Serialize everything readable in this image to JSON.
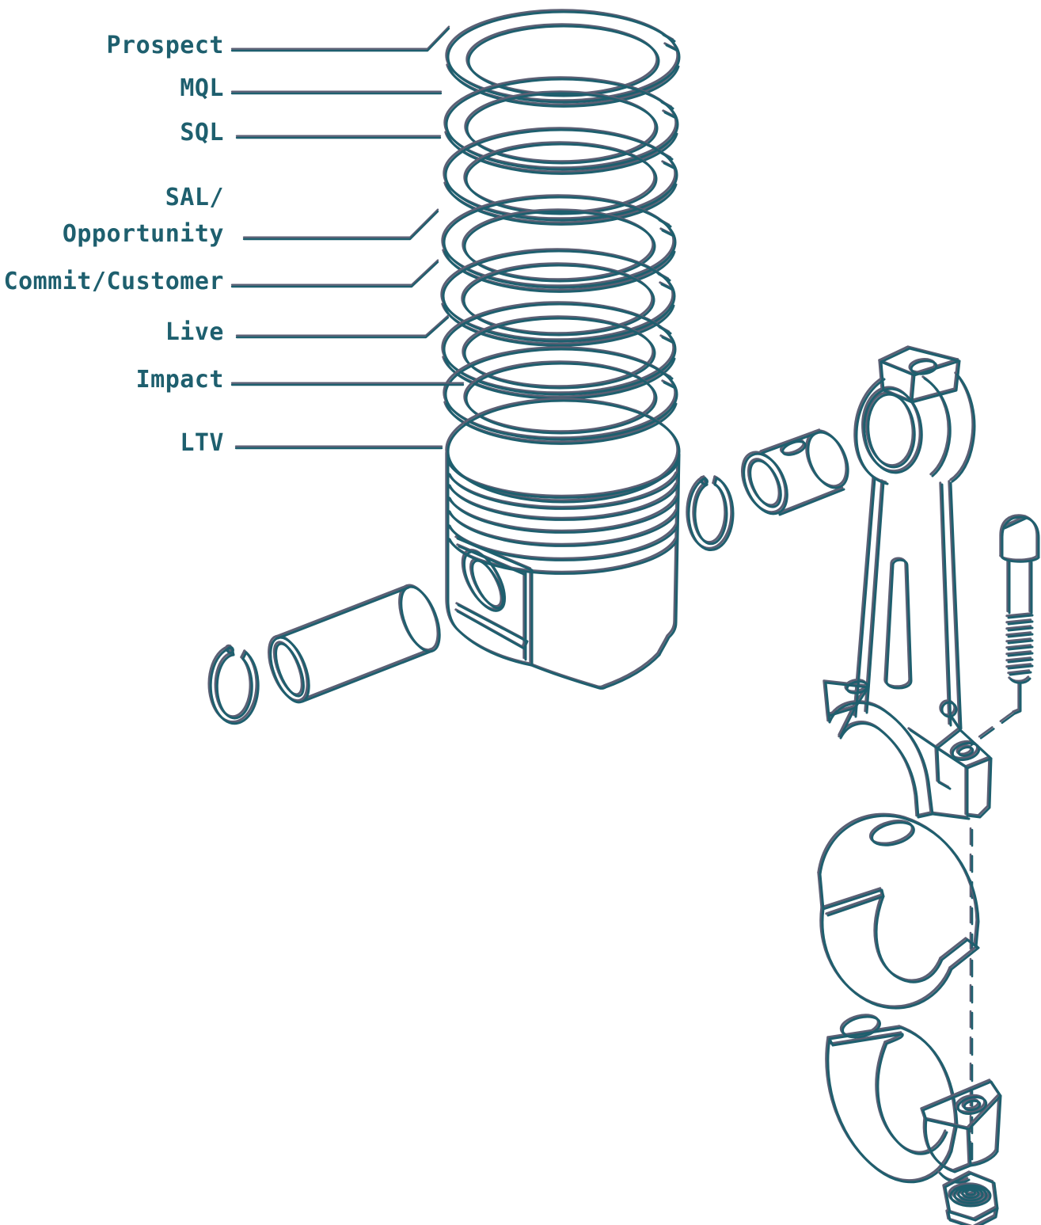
{
  "colors": {
    "teal": "#1e5f6e",
    "slate": "#5d5f74",
    "background": "#ffffff"
  },
  "labels": [
    {
      "id": "prospect",
      "text": "Prospect"
    },
    {
      "id": "mql",
      "text": "MQL"
    },
    {
      "id": "sql",
      "text": "SQL"
    },
    {
      "id": "sal",
      "text": "SAL/"
    },
    {
      "id": "opportunity",
      "text": "Opportunity"
    },
    {
      "id": "commit-customer",
      "text": "Commit/Customer"
    },
    {
      "id": "live",
      "text": "Live"
    },
    {
      "id": "impact",
      "text": "Impact"
    },
    {
      "id": "ltv",
      "text": "LTV"
    }
  ]
}
